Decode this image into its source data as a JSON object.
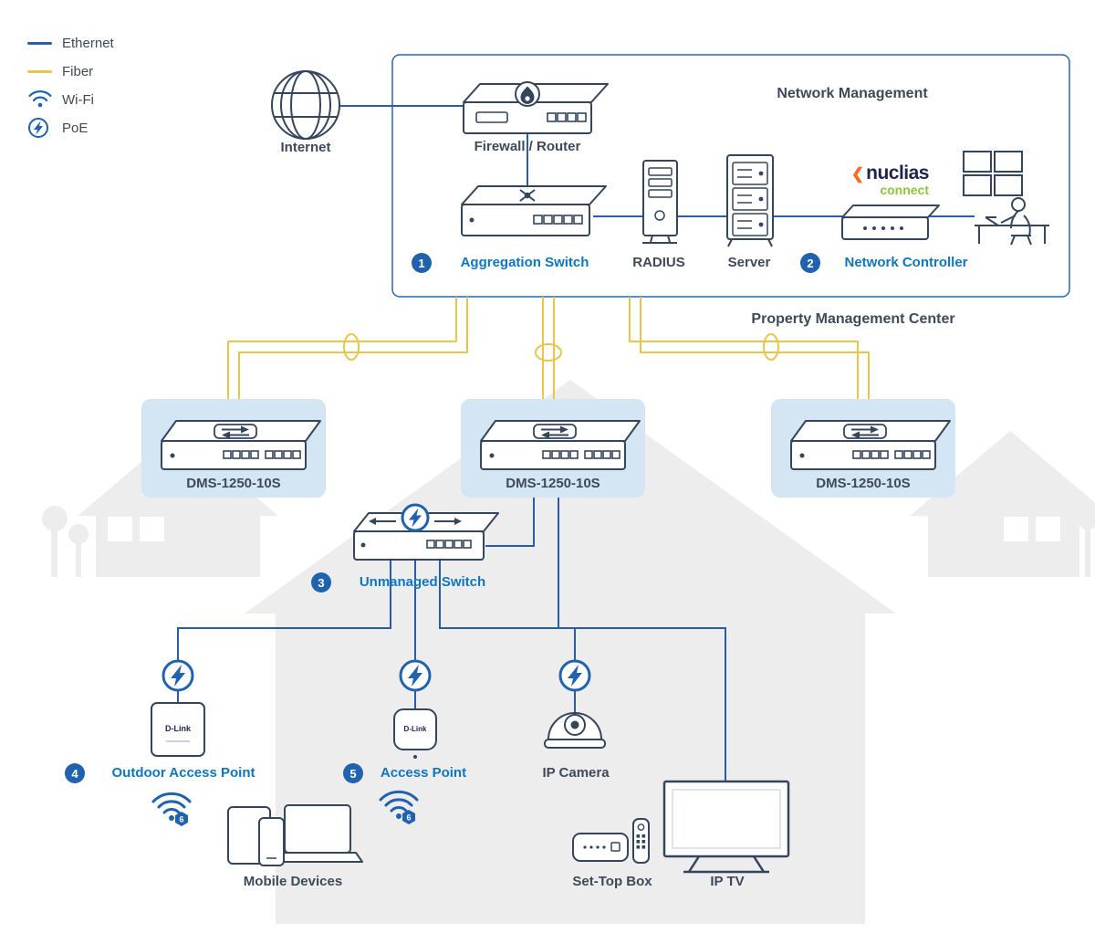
{
  "colors": {
    "ethernet_line": "#2A5CAA",
    "fiber_line": "#E8C54B",
    "label_dark": "#3E4A57",
    "label_blue": "#0E76BC",
    "badge_bg": "#2062AE",
    "device_stroke": "#34455C",
    "switch_box_bg": "#D4E6F4",
    "house_silhouette": "#EDEDED",
    "nuclias_orange": "#F26C21",
    "nuclias_navy": "#20254C",
    "nuclias_green": "#8CC63E"
  },
  "legend": {
    "items": [
      {
        "label": "Ethernet"
      },
      {
        "label": "Fiber"
      },
      {
        "label": "Wi-Fi"
      },
      {
        "label": "PoE"
      }
    ]
  },
  "internet": {
    "label": "Internet"
  },
  "network_management": {
    "title": "Network Management",
    "firewall_label": "Firewall / Router",
    "aggregation_switch": {
      "badge": "1",
      "label": "Aggregation Switch"
    },
    "radius_label": "RADIUS",
    "server_label": "Server",
    "network_controller": {
      "badge": "2",
      "label": "Network Controller"
    },
    "nuclias": {
      "chevron": "❮",
      "brand": "nuclias",
      "sub": "connect"
    }
  },
  "property_management_label": "Property Management Center",
  "access_switches": [
    {
      "label": "DMS-1250-10S"
    },
    {
      "label": "DMS-1250-10S"
    },
    {
      "label": "DMS-1250-10S"
    }
  ],
  "unmanaged_switch": {
    "badge": "3",
    "label": "Unmanaged Switch"
  },
  "endpoints": {
    "outdoor_access_point": {
      "badge": "4",
      "label": "Outdoor Access Point",
      "brand": "D-Link"
    },
    "access_point": {
      "badge": "5",
      "label": "Access Point",
      "brand": "D-Link"
    },
    "ip_camera": {
      "label": "IP Camera"
    },
    "wifi6_badge": "6",
    "mobile_devices": {
      "label": "Mobile Devices"
    },
    "set_top_box": {
      "label": "Set-Top Box"
    },
    "ip_tv": {
      "label": "IP TV"
    }
  }
}
